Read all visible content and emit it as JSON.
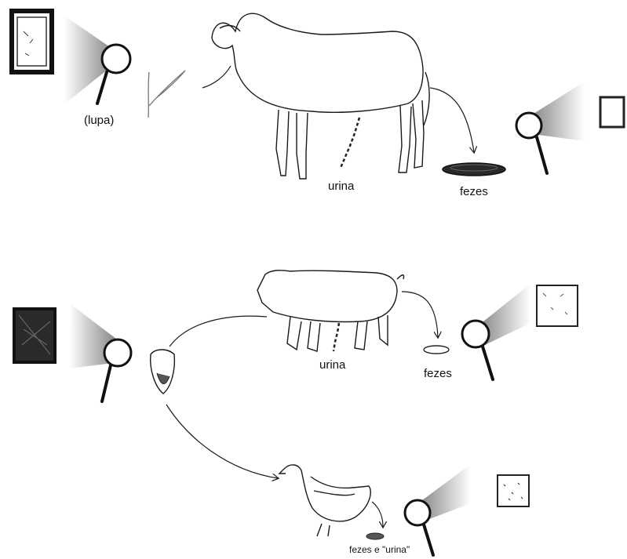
{
  "labels": {
    "lupa": "(lupa)",
    "urina_sheep": "urina",
    "fezes_sheep": "fezes",
    "urina_pig": "urina",
    "fezes_pig": "fezes",
    "fezes_chicken": "fezes e \"urina\""
  },
  "colors": {
    "ink": "#1a1a1a",
    "beam_dark": "#8a8a8a",
    "beam_light": "#ffffff"
  }
}
